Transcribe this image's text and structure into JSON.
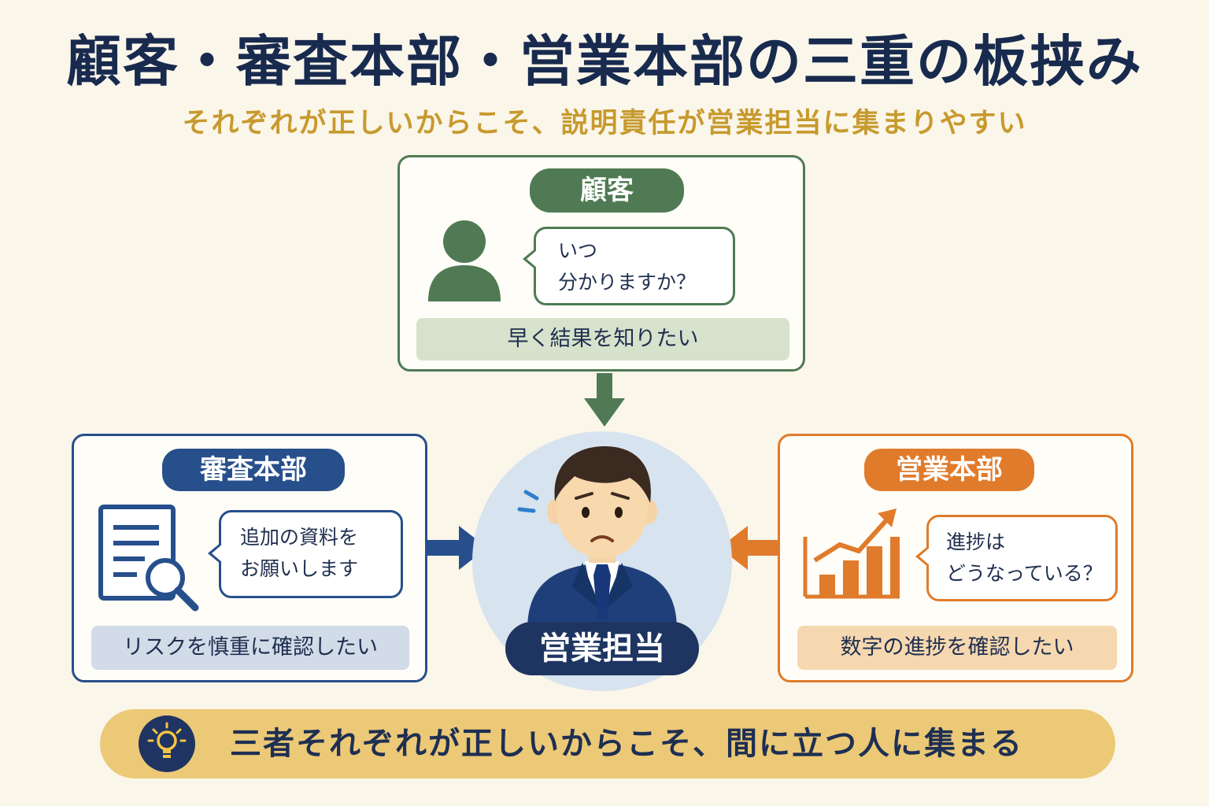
{
  "title": "顧客・審査本部・営業本部の三重の板挟み",
  "subtitle": "それぞれが正しいからこそ、説明責任が営業担当に集まりやすい",
  "customer": {
    "label": "顧客",
    "bubble_lines": [
      "いつ",
      "分かりますか？"
    ],
    "need": "早く結果を知りたい",
    "color": "#4f7a53"
  },
  "review": {
    "label": "審査本部",
    "bubble_lines": [
      "追加の資料を",
      "お願いします"
    ],
    "need": "リスクを慎重に確認したい",
    "color": "#274f8c"
  },
  "sales_hq": {
    "label": "営業本部",
    "bubble_lines": [
      "進捗は",
      "どうなっている？"
    ],
    "need": "数字の進捗を確認したい",
    "color": "#e07b2c"
  },
  "center": {
    "label": "営業担当"
  },
  "footer": {
    "message": "三者それぞれが正しいからこそ、間に立つ人に集まる",
    "icon": "lightbulb-icon"
  }
}
